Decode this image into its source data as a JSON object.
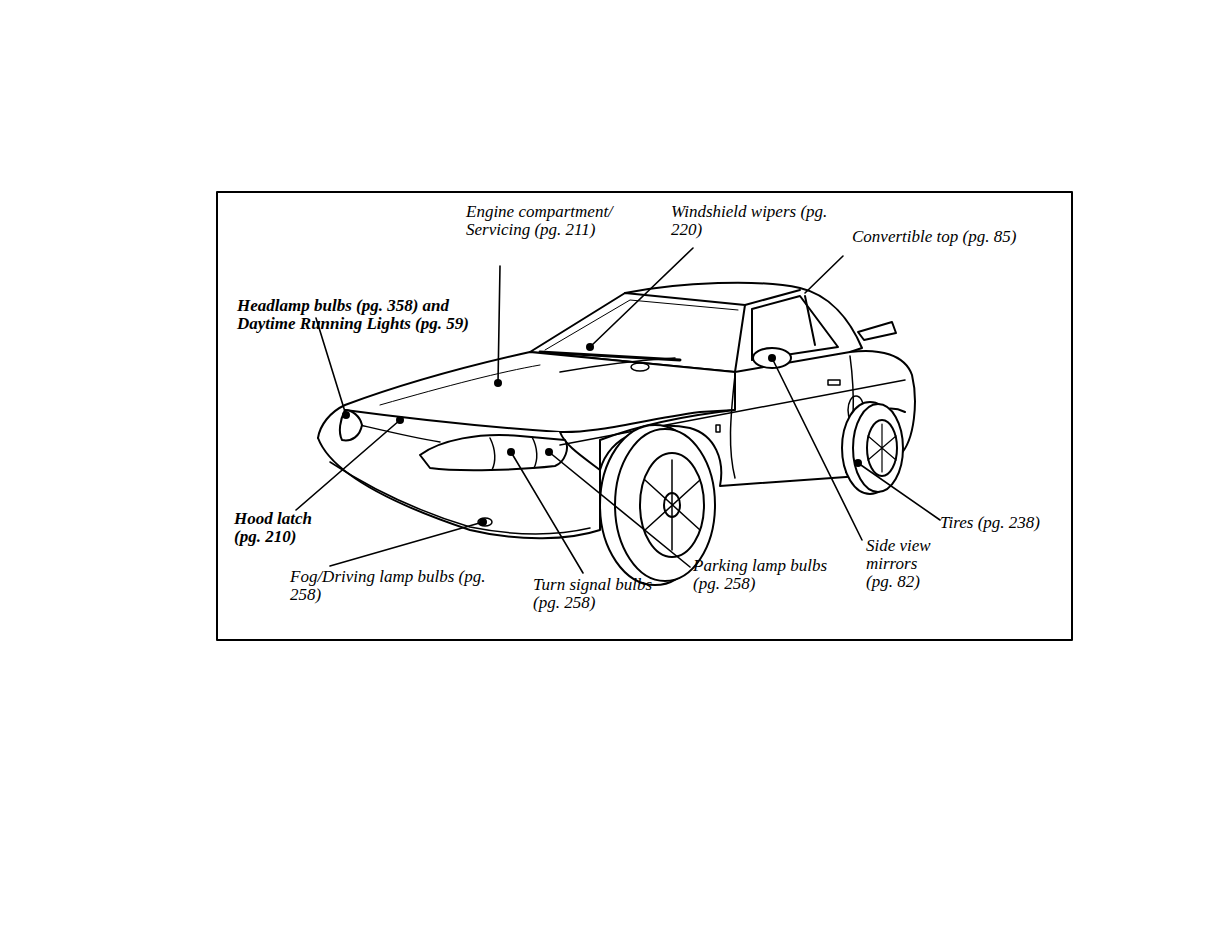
{
  "diagram": {
    "labels": [
      "Engine compartment/ Servicing (pg. 211)",
      "Windshield wipers (pg. 220)",
      "Convertible top (pg. 85)",
      "Headlamp bulbs (pg. 358) and Daytime Running Lights (pg. 59)",
      "Hood latch (pg. 210)",
      "Fog/Driving lamp bulbs (pg. 258)",
      "Turn signal bulbs (pg. 258)",
      "Parking lamp bulbs (pg. 258)",
      "Side view mirrors (pg. 82)",
      "Tires (pg. 238)"
    ]
  }
}
